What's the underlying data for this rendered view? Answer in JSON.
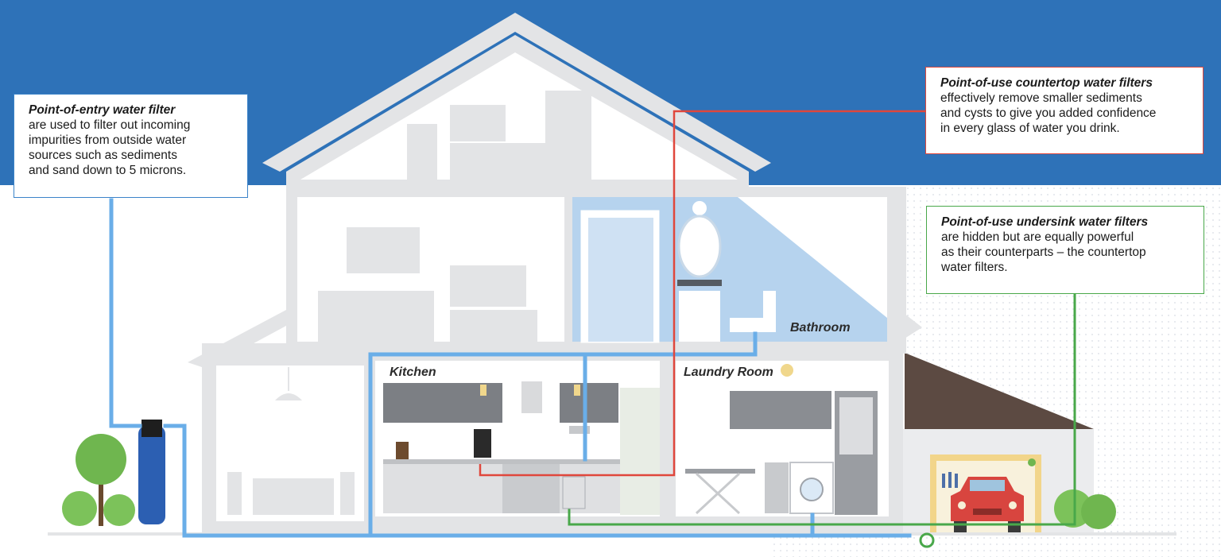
{
  "callouts": {
    "point_of_entry": {
      "title": "Point-of-entry water filter",
      "body": "are used to filter out incoming\nimpurities from outside water\nsources such as sediments\nand sand down to 5 microns."
    },
    "countertop": {
      "title": "Point-of-use countertop water filters",
      "body": "effectively remove smaller sediments\nand cysts to give you added confidence\nin every glass of water you drink."
    },
    "undersink": {
      "title": "Point-of-use undersink water filters",
      "body": "are hidden but are equally powerful\nas their counterparts – the countertop\nwater filters."
    }
  },
  "rooms": {
    "kitchen": "Kitchen",
    "laundry": "Laundry Room",
    "bathroom": "Bathroom"
  },
  "colors": {
    "banner": "#2e72b8",
    "house": "#e3e4e6",
    "blue_pipe": "#6aaee8",
    "red_pipe": "#e0473c",
    "green_pipe": "#49a84a",
    "roof_garage": "#5c4a42",
    "car": "#d8453f"
  }
}
